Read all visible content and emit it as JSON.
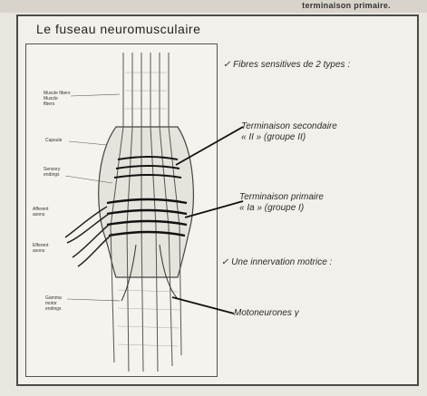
{
  "header": {
    "top_note": "terminaison primaire.",
    "title": "Le fuseau neuromusculaire"
  },
  "figure_labels": {
    "muscle_fibers": "Muscle fibers\nMuscle\nfibers",
    "capsule": "Capsule",
    "sensory_endings": "Sensory\nendings",
    "afferent_axons": "Afferent\naxons",
    "efferent_axons": "Efferent\naxons",
    "gamma_motor_endings": "Gamma\nmotor\nendings"
  },
  "annotations": {
    "sensory_fibers": "✓ Fibres sensitives de 2 types :",
    "secondary_ending": "Terminaison secondaire\n« II » (groupe II)",
    "primary_ending": "Terminaison primaire\n« Ia » (groupe I)",
    "motor_innervation": "✓ Une innervation motrice :",
    "motoneurons": "Motoneurones γ"
  }
}
